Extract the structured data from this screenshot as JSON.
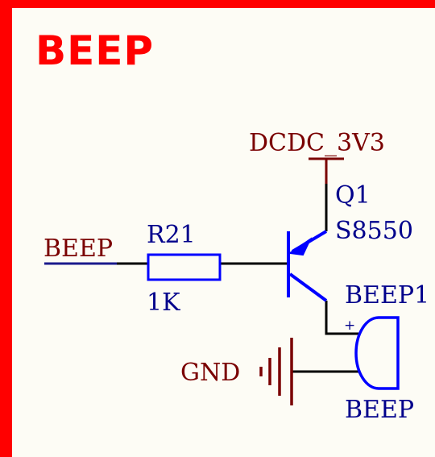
{
  "sheet": {
    "title": "BEEP"
  },
  "nets": {
    "power": "DCDC_3V3",
    "input": "BEEP",
    "ground": "GND"
  },
  "components": {
    "resistor": {
      "ref": "R21",
      "value": "1K"
    },
    "transistor": {
      "ref": "Q1",
      "value": "S8550"
    },
    "buzzer": {
      "ref": "BEEP1",
      "value": "BEEP",
      "pin_mark": "+"
    }
  },
  "colors": {
    "frame": "#ff0000",
    "wire": "#000000",
    "component": "#0000ff",
    "net_label": "#7a0000",
    "designator": "#00008b",
    "background": "#fdfcf5"
  }
}
